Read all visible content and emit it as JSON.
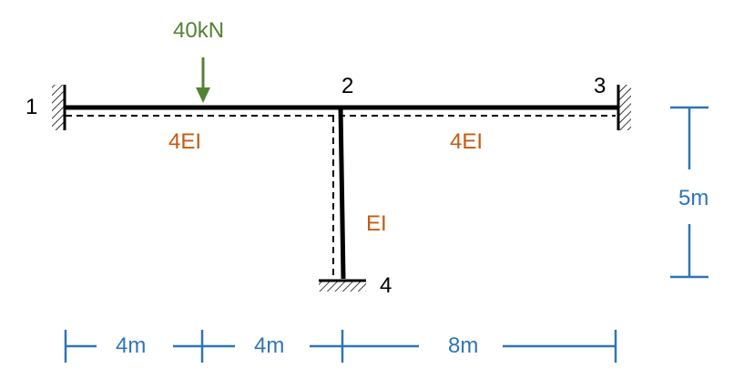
{
  "load": {
    "label": "40kN",
    "color": "#548235"
  },
  "nodes": [
    {
      "id": "1",
      "label": "1"
    },
    {
      "id": "2",
      "label": "2"
    },
    {
      "id": "3",
      "label": "3"
    },
    {
      "id": "4",
      "label": "4"
    }
  ],
  "members": [
    {
      "from": "1",
      "to": "2",
      "label": "4EI"
    },
    {
      "from": "2",
      "to": "3",
      "label": "4EI"
    },
    {
      "from": "2",
      "to": "4",
      "label": "EI"
    }
  ],
  "dimensions": {
    "horizontal": [
      "4m",
      "4m",
      "8m"
    ],
    "vertical": "5m"
  },
  "colors": {
    "structure": "#000000",
    "member_label": "#c55a11",
    "dimension": "#2e75b6",
    "load": "#548235",
    "text": "#000000"
  }
}
